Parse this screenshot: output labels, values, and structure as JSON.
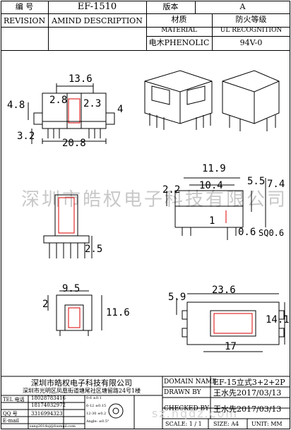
{
  "header": {
    "label_code": "编 号",
    "code": "EF-1510",
    "label_version": "版本",
    "version": "A",
    "revision": "REVISION",
    "amind": "AMIND DESCRIPTION",
    "material_cn": "材质",
    "material_en": "MATERIAL",
    "fire_cn": "防火等级",
    "fire_en": "UL RECOGNITION",
    "material_value": "电木PHENOLIC",
    "fire_value": "94V-0"
  },
  "dimensions": {
    "top_width": "13.6",
    "left_h": "4.8",
    "inner_w": "2.8",
    "slot": "2.3",
    "pin_off": "4",
    "base_h": "3.2",
    "overall_w": "20.8",
    "side_w": "11.9",
    "side_inner": "10.4",
    "side_h1": "5.5",
    "side_h2": "7.4",
    "side_left": "2.2",
    "side_small": "1",
    "pin_d": "0.6",
    "pin_sq": "SQ0.6",
    "front_pin": "2.5",
    "bot_w": "9.5",
    "bot_left": "2",
    "bot_h": "11.6",
    "plan_w": "23.6",
    "plan_left": "5.9",
    "plan_h": "14.1",
    "plan_bot": "17"
  },
  "watermark": {
    "text": "深圳市皓权电子科技有限公司",
    "url": "sz.hqdz.com"
  },
  "footer": {
    "company": "深圳市皓权电子科技有限公司",
    "address": "深圳市光明区凤凰街道塘尾社区塘留路24号1楼",
    "tel_label": "TEL 电话",
    "tel1": "18028783416",
    "tel2": "18174032972",
    "qq_label": "QQ 号",
    "qq": "3316994323",
    "email_label": "E-mail",
    "email": "sang2014xj@foxmail.com",
    "tol1": "0-6 ±0.1",
    "tol2": "6-12 ±0.15",
    "tol3": "12-30 ±0.2",
    "tol4": "Angle: ±0.5°",
    "domain_name_label": "DOMAIN NAME",
    "domain_name": "EF-15立式3+2+2P",
    "drawn_label": "DRAWN BY",
    "drawn": "王水先2017/03/13",
    "checked_label": "CHECKED BY",
    "checked": "王水先2017/03/13",
    "scale": "SCALE: 1 / 1",
    "size": "SIZE: A4",
    "unit": "UNIT: MM"
  }
}
